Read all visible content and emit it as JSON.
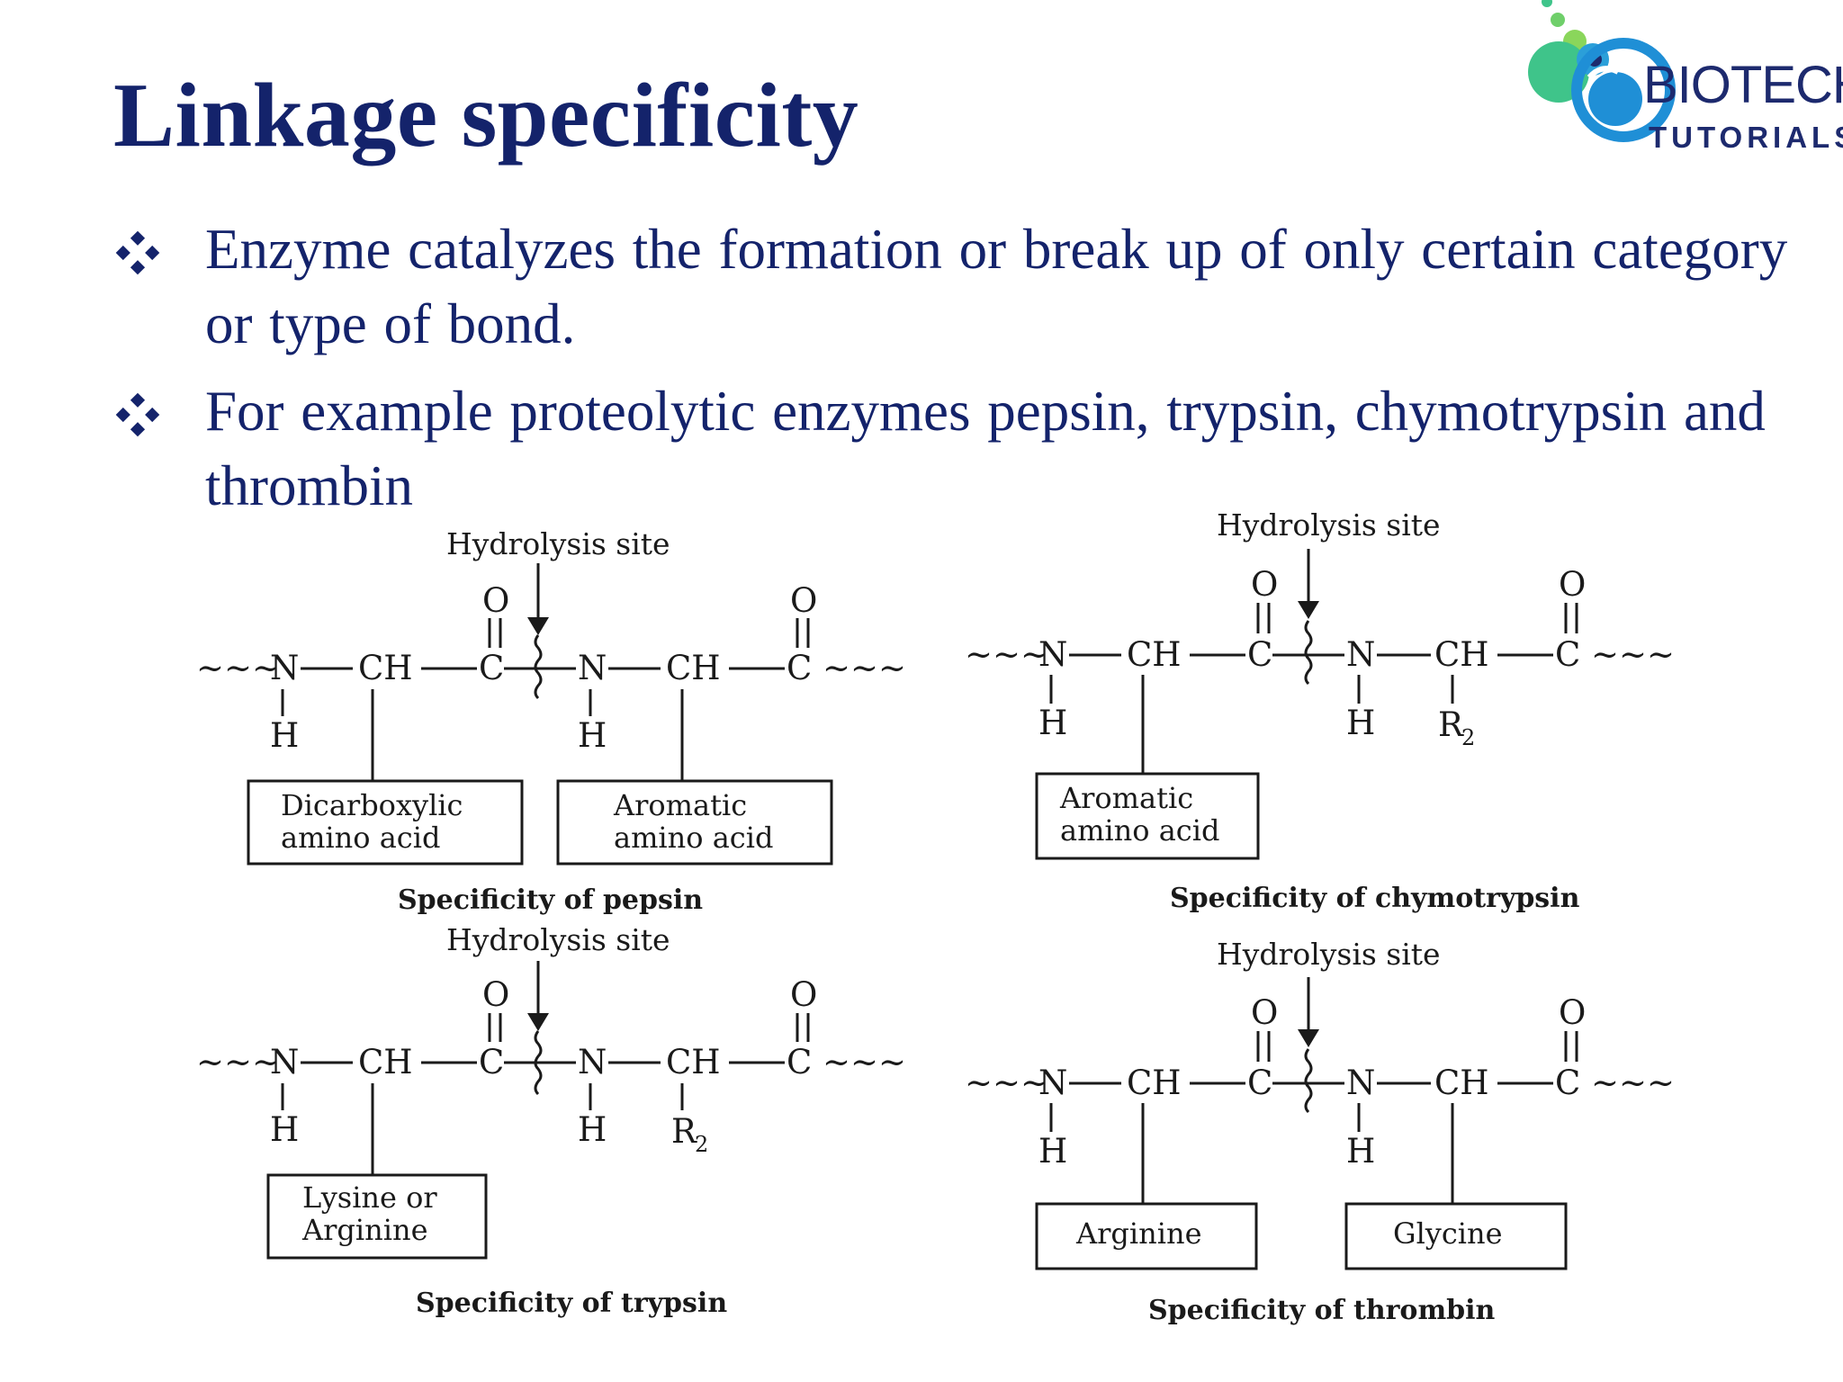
{
  "slide": {
    "title": "Linkage specificity",
    "logo": {
      "line1": "BIOTECH",
      "line2": "TUTORIALS"
    },
    "bullets": [
      "Enzyme catalyzes the formation or break up of only certain category or type of bond.",
      "For example proteolytic enzymes pepsin, trypsin, chymotrypsin and thrombin"
    ]
  },
  "diagrams": {
    "pepsin": {
      "site": "Hydrolysis site",
      "caption": "Specificity of pepsin",
      "box1": [
        "Dicarboxylic",
        "amino acid"
      ],
      "box2": [
        "Aromatic",
        "amino acid"
      ]
    },
    "chymotrypsin": {
      "site": "Hydrolysis site",
      "caption": "Specificity of chymotrypsin",
      "box1": [
        "Aromatic",
        "amino acid"
      ]
    },
    "trypsin": {
      "site": "Hydrolysis site",
      "caption": "Specificity of trypsin",
      "box1": [
        "Lysine or",
        "Arginine"
      ]
    },
    "thrombin": {
      "site": "Hydrolysis site",
      "caption": "Specificity of thrombin",
      "box1": [
        "Arginine"
      ],
      "box2": [
        "Glycine"
      ]
    }
  },
  "chem": {
    "n": "N",
    "ch": "CH",
    "c": "C",
    "o": "O",
    "h": "H",
    "r": "R",
    "sub2": "2",
    "wave": "~~~"
  },
  "colors": {
    "title": "#14236b",
    "logo_green": "#3fc48a",
    "logo_blue": "#1f8fd6",
    "logo_dark": "#1d2a6e"
  }
}
